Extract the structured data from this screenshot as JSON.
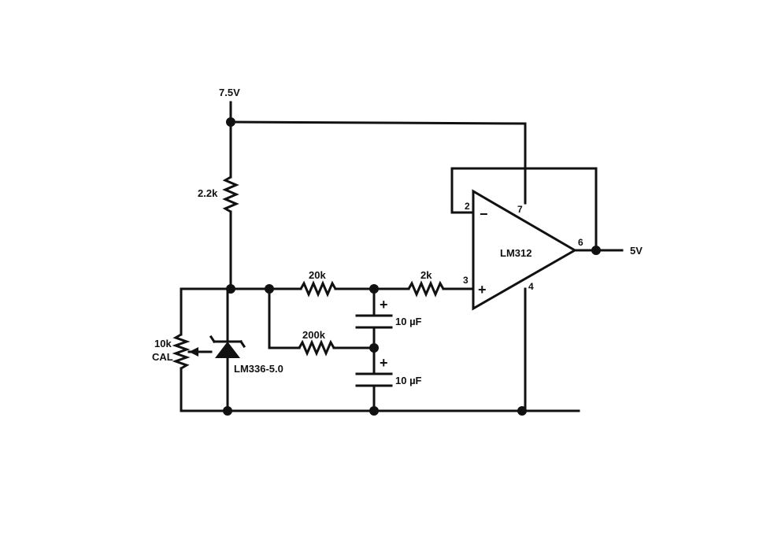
{
  "supply": {
    "label": "7.5V"
  },
  "output": {
    "label": "5V"
  },
  "components": {
    "r_top": "2.2k",
    "r_20k": "20k",
    "r_200k": "200k",
    "r_2k": "2k",
    "pot_value": "10k",
    "pot_name": "CAL",
    "zener": "LM336-5.0",
    "cap_upper": "10 µF",
    "cap_lower": "10 µF",
    "opamp": "LM312"
  },
  "pins": {
    "p2": "2",
    "p3": "3",
    "p4": "4",
    "p6": "6",
    "p7": "7"
  },
  "symbols": {
    "minus": "−",
    "plus": "+"
  }
}
